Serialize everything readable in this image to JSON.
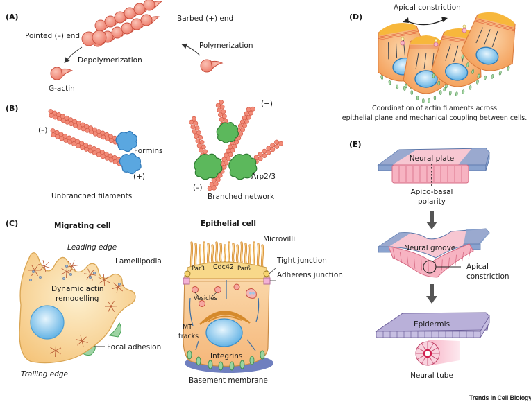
{
  "figure": {
    "footer": "Trends in Cell Biology",
    "panels": {
      "A": {
        "label": "(A)",
        "barbed_end": "Barbed (+) end",
        "pointed_end": "Pointed (–) end",
        "depolymerization": "Depolymerization",
        "polymerization": "Polymerization",
        "g_actin": "G-actin"
      },
      "B": {
        "label": "(B)",
        "unbranched": {
          "minus": "(–)",
          "plus": "(+)",
          "formins": "Formins",
          "caption": "Unbranched filaments"
        },
        "branched": {
          "plus": "(+)",
          "minus": "(–)",
          "arp": "Arp2/3",
          "caption": "Branched network"
        }
      },
      "C": {
        "label": "(C)",
        "migrating": {
          "title": "Migrating cell",
          "leading_edge": "Leading edge",
          "lamellipodia": "Lamellipodia",
          "dynamic_line1": "Dynamic actin",
          "dynamic_line2": "remodelling",
          "focal_adhesion": "Focal adhesion",
          "trailing_edge": "Trailing edge"
        },
        "epithelial": {
          "title": "Epithelial cell",
          "microvilli": "Microvilli",
          "par3": "Par3",
          "cdc42": "Cdc42",
          "par6": "Par6",
          "tight_junction": "Tight junction",
          "adherens_junction": "Adherens junction",
          "vesicles": "Vesicles",
          "mt_line1": "MT",
          "mt_line2": "tracks",
          "integrins": "Integrins",
          "basement_membrane": "Basement membrane"
        }
      },
      "D": {
        "label": "(D)",
        "apical_constriction": "Apical constriction",
        "caption_line1": "Coordination of actin filaments across",
        "caption_line2": "epithelial plane and mechanical coupling between cells."
      },
      "E": {
        "label": "(E)",
        "neural_plate": "Neural plate",
        "apico_line1": "Apico-basal",
        "apico_line2": "polarity",
        "neural_groove": "Neural groove",
        "apical_line1": "Apical",
        "apical_line2": "constriction",
        "epidermis": "Epidermis",
        "neural_tube": "Neural tube"
      }
    },
    "colors": {
      "actin": "#f08a78",
      "actin_stroke": "#c9503f",
      "formin": "#5aa7e0",
      "arp": "#5cb85c",
      "cell_fill": "#f7c98a",
      "nucleus": "#6fb8e8",
      "neural_pink": "#f4a9b8",
      "neural_blue": "#7a94c4",
      "epidermis": "#b9b0d9"
    }
  }
}
